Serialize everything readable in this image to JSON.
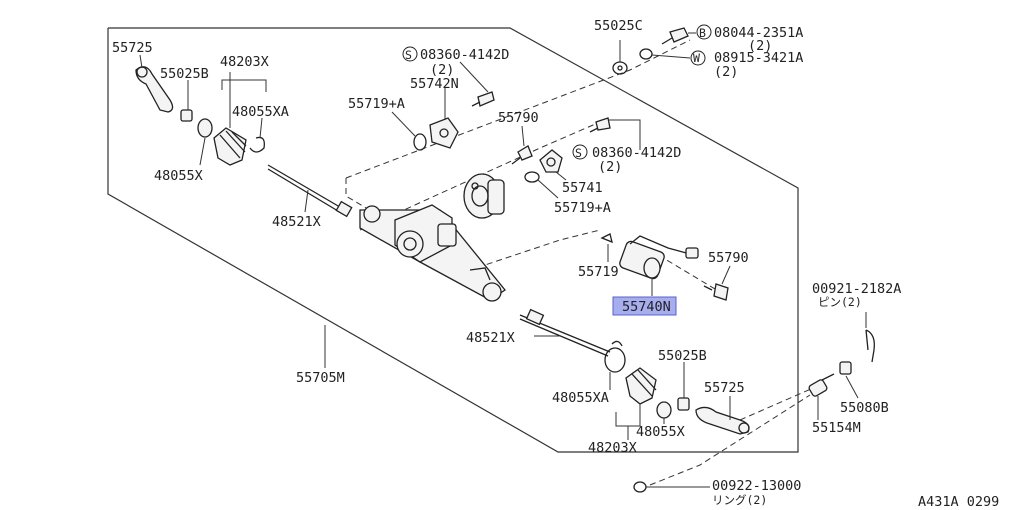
{
  "labels": {
    "p55725_top": "55725",
    "p55025b_top": "55025B",
    "p48203x_top": "48203X",
    "p48055xa_top": "48055XA",
    "p48055x_top": "48055X",
    "p48521x_top": "48521X",
    "p55705m": "55705M",
    "s08360_top": "08360-4142D",
    "s08360_top_qty": "(2)",
    "p55742n": "55742N",
    "p55719a_top": "55719+A",
    "p55790_top": "55790",
    "s08360_mid": "08360-4142D",
    "s08360_mid_qty": "(2)",
    "p55741": "55741",
    "p55719a_mid": "55719+A",
    "p55025c": "55025C",
    "b08044": "08044-2351A",
    "b08044_qty": "(2)",
    "w08915": "08915-3421A",
    "w08915_qty": "(2)",
    "p55719": "55719",
    "p55790_right": "55790",
    "p55740n": "55740N",
    "p48521x_low": "48521X",
    "p55025b_low": "55025B",
    "p55725_low": "55725",
    "p48055xa_low": "48055XA",
    "p48055x_low": "48055X",
    "p48203x_low": "48203X",
    "p00921": "00921-2182A",
    "p00921_sub": "ピン(2)",
    "p55080b": "55080B",
    "p55154m": "55154M",
    "p00922": "00922-13000",
    "p00922_sub": "リング(2)",
    "diagram_code": "A431A 0299",
    "prefix_s": "S",
    "prefix_b": "B",
    "prefix_w": "W"
  },
  "colors": {
    "highlight": "#a7aef0",
    "ink": "#222222"
  }
}
